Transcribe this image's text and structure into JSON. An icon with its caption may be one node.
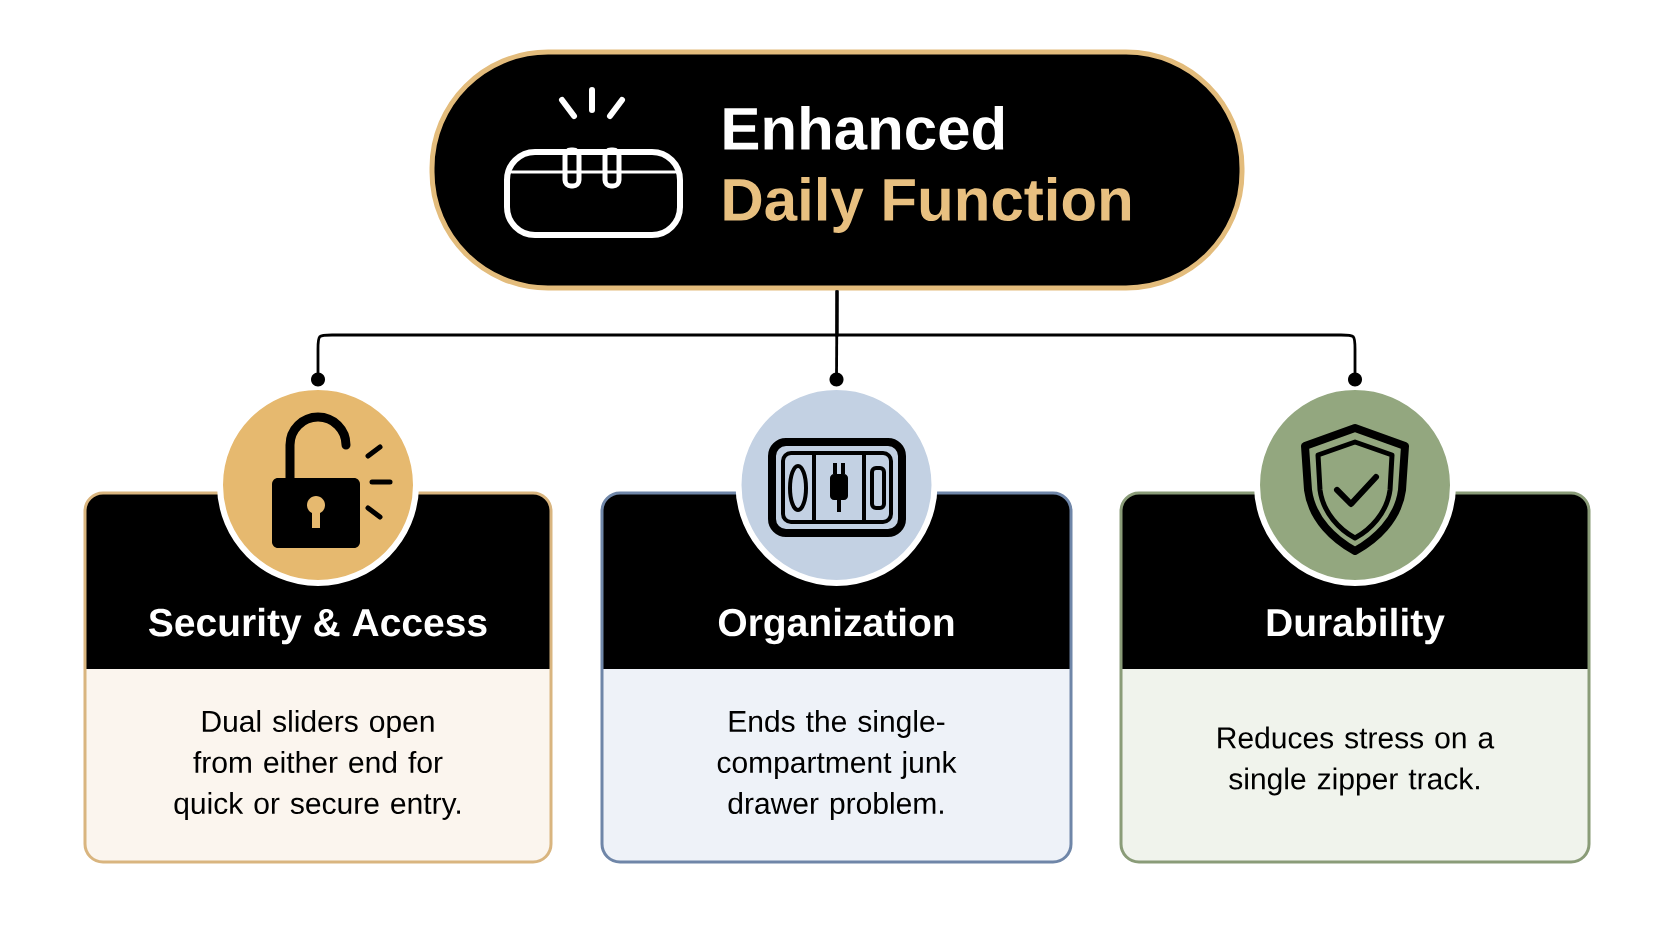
{
  "diagram": {
    "nodes": [
      {
        "text": [
          "Enhanced",
          "Daily Function"
        ]
      },
      {
        "text": [
          "Security & Access",
          "Dual sliders open from either end for quick or secure entry."
        ]
      },
      {
        "text": [
          "Organization",
          "Ends the single-compartment junk drawer problem."
        ]
      },
      {
        "text": [
          "Durability",
          "Reduces stress on a single zipper track."
        ]
      }
    ],
    "edges": [
      {
        "from": 0,
        "to": 1,
        "arrow": "other"
      },
      {
        "from": 0,
        "to": 2,
        "arrow": "other"
      },
      {
        "from": 0,
        "to": 3,
        "arrow": "other"
      }
    ]
  }
}
